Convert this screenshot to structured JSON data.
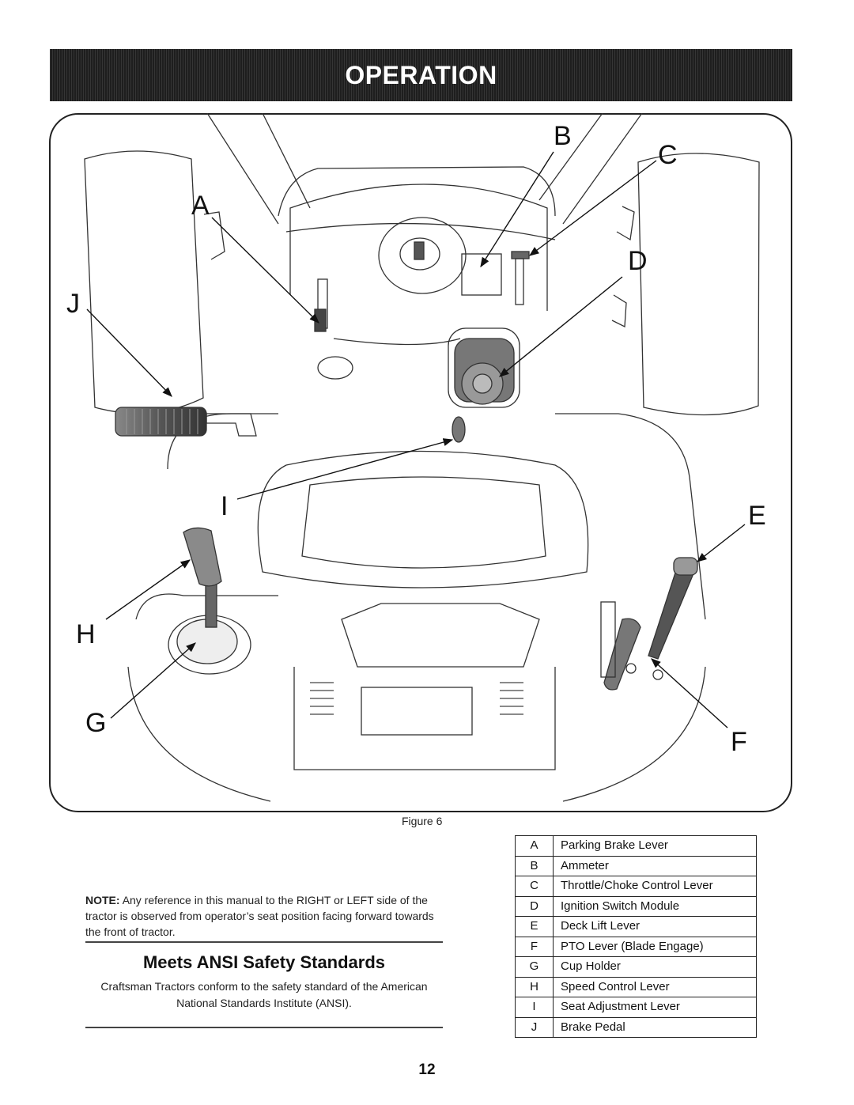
{
  "header": {
    "title": "OPERATION"
  },
  "figure": {
    "caption": "Figure 6",
    "callouts": {
      "A": "A",
      "B": "B",
      "C": "C",
      "D": "D",
      "E": "E",
      "F": "F",
      "G": "G",
      "H": "H",
      "I": "I",
      "J": "J"
    }
  },
  "note": {
    "label": "NOTE:",
    "text": "Any reference in this manual to the RIGHT or LEFT side of the tractor is observed from operator’s seat position facing forward towards the front of tractor."
  },
  "ansi": {
    "heading": "Meets ANSI Safety Standards",
    "text": "Craftsman Tractors conform to the safety standard of the American National Standards Institute (ANSI)."
  },
  "legend": [
    {
      "key": "A",
      "label": "Parking Brake Lever"
    },
    {
      "key": "B",
      "label": "Ammeter"
    },
    {
      "key": "C",
      "label": "Throttle/Choke Control Lever"
    },
    {
      "key": "D",
      "label": "Ignition Switch Module"
    },
    {
      "key": "E",
      "label": "Deck Lift Lever"
    },
    {
      "key": "F",
      "label": "PTO Lever (Blade Engage)"
    },
    {
      "key": "G",
      "label": "Cup Holder"
    },
    {
      "key": "H",
      "label": "Speed Control Lever"
    },
    {
      "key": "I",
      "label": "Seat Adjustment Lever"
    },
    {
      "key": "J",
      "label": "Brake Pedal"
    }
  ],
  "page_number": "12"
}
